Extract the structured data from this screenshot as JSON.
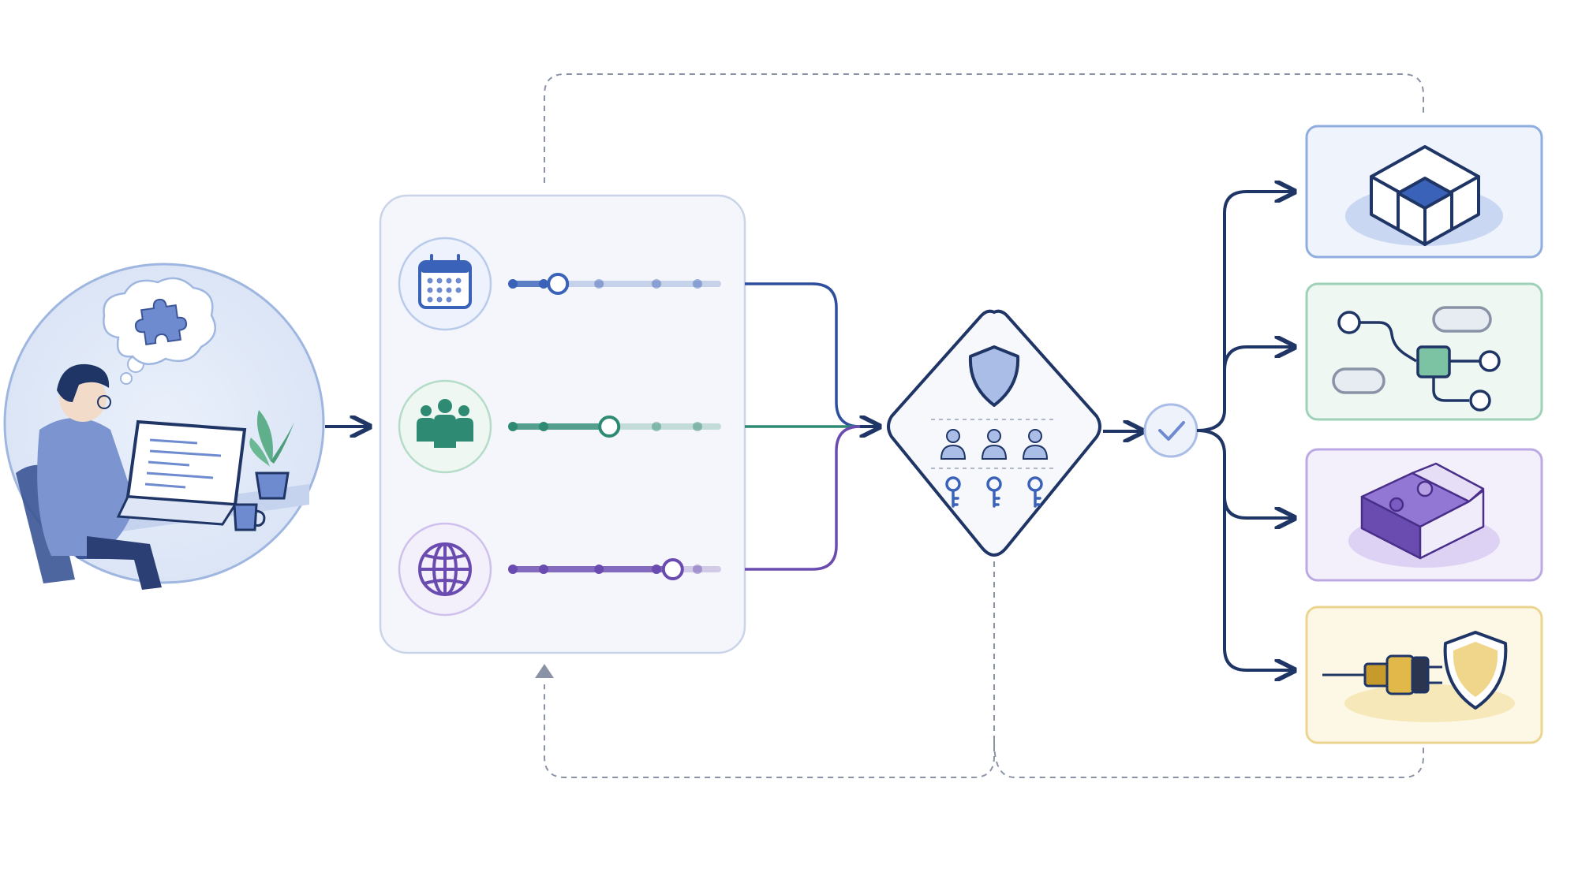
{
  "colors": {
    "navy": "#1f3566",
    "blue": "#3a62b8",
    "teal": "#2e8a72",
    "purple": "#6a4bb0",
    "dashed": "#8a93a6",
    "panel_fill": "#f3f6fb",
    "panel_stroke": "#c9d4e8"
  },
  "person": {
    "icons": [
      "person-at-laptop",
      "thought-bubble",
      "puzzle-icon",
      "plant",
      "coffee-mug"
    ]
  },
  "inputs": [
    {
      "id": "calendar",
      "icon": "calendar-icon",
      "color": "#3a62b8",
      "level": 0.22
    },
    {
      "id": "people",
      "icon": "people-group-icon",
      "color": "#2e8a72",
      "level": 0.47
    },
    {
      "id": "globe",
      "icon": "globe-icon",
      "color": "#6a4bb0",
      "level": 0.78
    }
  ],
  "gate": {
    "icons": [
      "shield-icon",
      "user-icon",
      "key-icon"
    ],
    "user_count": 3,
    "key_count": 3
  },
  "checkpoint": {
    "icon": "check-icon"
  },
  "outputs": [
    {
      "id": "cube",
      "icon": "cube-icon",
      "fill": "#eef3fc",
      "stroke": "#8fadde"
    },
    {
      "id": "workflow",
      "icon": "workflow-icon",
      "fill": "#eef7f2",
      "stroke": "#9fd1b8"
    },
    {
      "id": "puzzle",
      "icon": "puzzle-block-icon",
      "fill": "#f3effb",
      "stroke": "#bca9e3"
    },
    {
      "id": "security",
      "icon": "plug-shield-icon",
      "fill": "#fdf7e6",
      "stroke": "#ecd58e"
    }
  ]
}
